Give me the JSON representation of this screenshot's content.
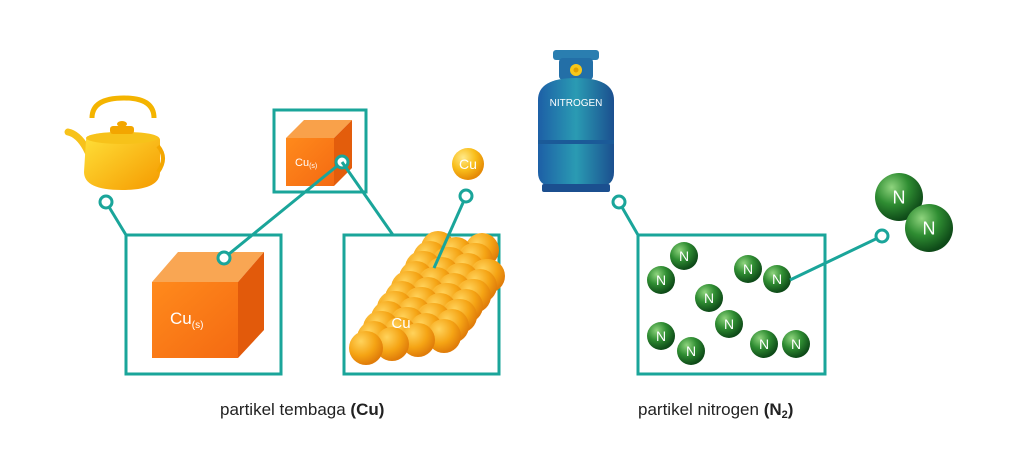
{
  "colors": {
    "accent_teal": "#1aa59a",
    "copper_orange": "#f47c20",
    "copper_atom": "#f7b514",
    "nitrogen_green": "#1f7a2e",
    "cylinder_blue": "#1f6f9c",
    "kettle_yellow": "#f4b400"
  },
  "icons": {
    "kettle": "kettle-icon",
    "cylinder": "gas-cylinder-icon"
  },
  "copper": {
    "small_cube_label": "Cu",
    "small_cube_sub": "(s)",
    "big_cube_label": "Cu",
    "big_cube_sub": "(s)",
    "lattice_label": "Cu",
    "atom_label": "Cu",
    "caption_text": "partikel tembaga ",
    "caption_bold": "(Cu)"
  },
  "nitrogen": {
    "cylinder_label": "NITROGEN",
    "atom_label": "N",
    "caption_text": "partikel nitrogen ",
    "caption_bold_main": "(N",
    "caption_bold_sub": "2",
    "caption_bold_end": ")"
  }
}
